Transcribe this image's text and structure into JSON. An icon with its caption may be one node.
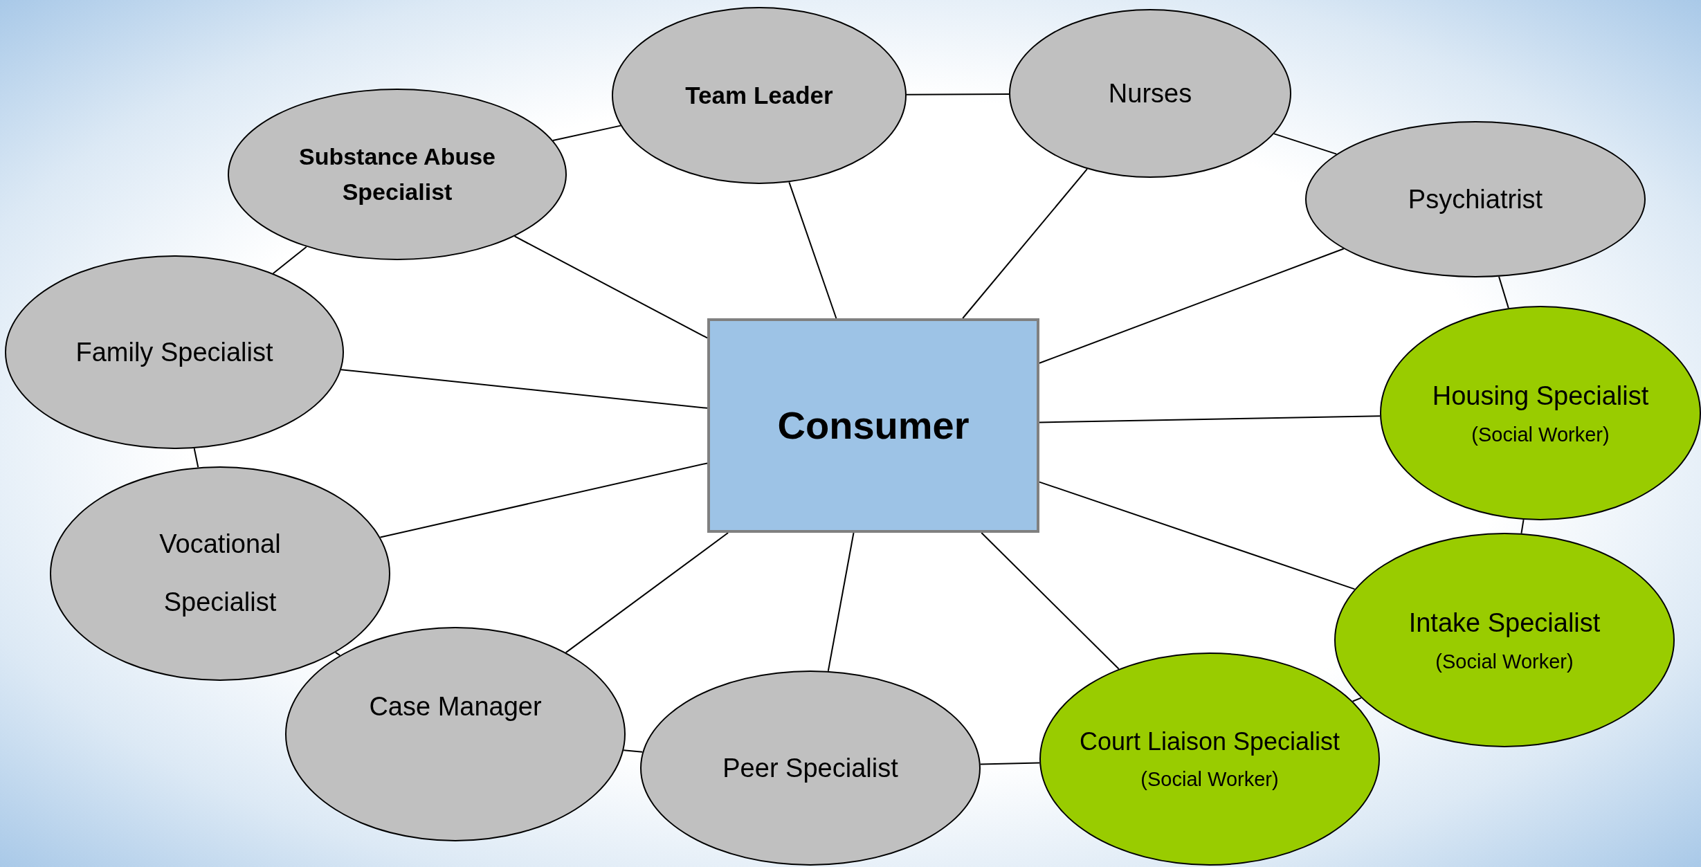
{
  "diagram": {
    "nodes": [
      {
        "text": [
          "Team Leader"
        ]
      },
      {
        "text": [
          "Nurses"
        ]
      },
      {
        "text": [
          "Substance Abuse Specialist"
        ]
      },
      {
        "text": [
          "Psychiatrist"
        ]
      },
      {
        "text": [
          "Family Specialist"
        ]
      },
      {
        "text": [
          "Consumer"
        ]
      },
      {
        "text": [
          "Housing Specialist",
          "(Social Worker)"
        ]
      },
      {
        "text": [
          "Vocational Specialist"
        ]
      },
      {
        "text": [
          "Intake Specialist",
          "(Social Worker)"
        ]
      },
      {
        "text": [
          "Case Manager"
        ]
      },
      {
        "text": [
          "Peer Specialist"
        ]
      },
      {
        "text": [
          "Court Liaison Specialist",
          "(Social Worker)"
        ]
      }
    ],
    "edges": [
      {
        "from": 5,
        "to": 0,
        "arrow": "none"
      },
      {
        "from": 5,
        "to": 1,
        "arrow": "none"
      },
      {
        "from": 5,
        "to": 2,
        "arrow": "none"
      },
      {
        "from": 5,
        "to": 3,
        "arrow": "none"
      },
      {
        "from": 5,
        "to": 4,
        "arrow": "none"
      },
      {
        "from": 5,
        "to": 6,
        "arrow": "none"
      },
      {
        "from": 5,
        "to": 7,
        "arrow": "none"
      },
      {
        "from": 5,
        "to": 8,
        "arrow": "none"
      },
      {
        "from": 5,
        "to": 9,
        "arrow": "none"
      },
      {
        "from": 5,
        "to": 10,
        "arrow": "none"
      },
      {
        "from": 5,
        "to": 11,
        "arrow": "none"
      },
      {
        "from": 0,
        "to": 2,
        "arrow": "none"
      },
      {
        "from": 0,
        "to": 1,
        "arrow": "none"
      },
      {
        "from": 1,
        "to": 3,
        "arrow": "none"
      },
      {
        "from": 3,
        "to": 6,
        "arrow": "none"
      },
      {
        "from": 6,
        "to": 8,
        "arrow": "none"
      },
      {
        "from": 8,
        "to": 11,
        "arrow": "none"
      },
      {
        "from": 11,
        "to": 10,
        "arrow": "none"
      },
      {
        "from": 10,
        "to": 9,
        "arrow": "none"
      },
      {
        "from": 9,
        "to": 7,
        "arrow": "none"
      },
      {
        "from": 7,
        "to": 4,
        "arrow": "none"
      },
      {
        "from": 4,
        "to": 2,
        "arrow": "none"
      }
    ]
  }
}
